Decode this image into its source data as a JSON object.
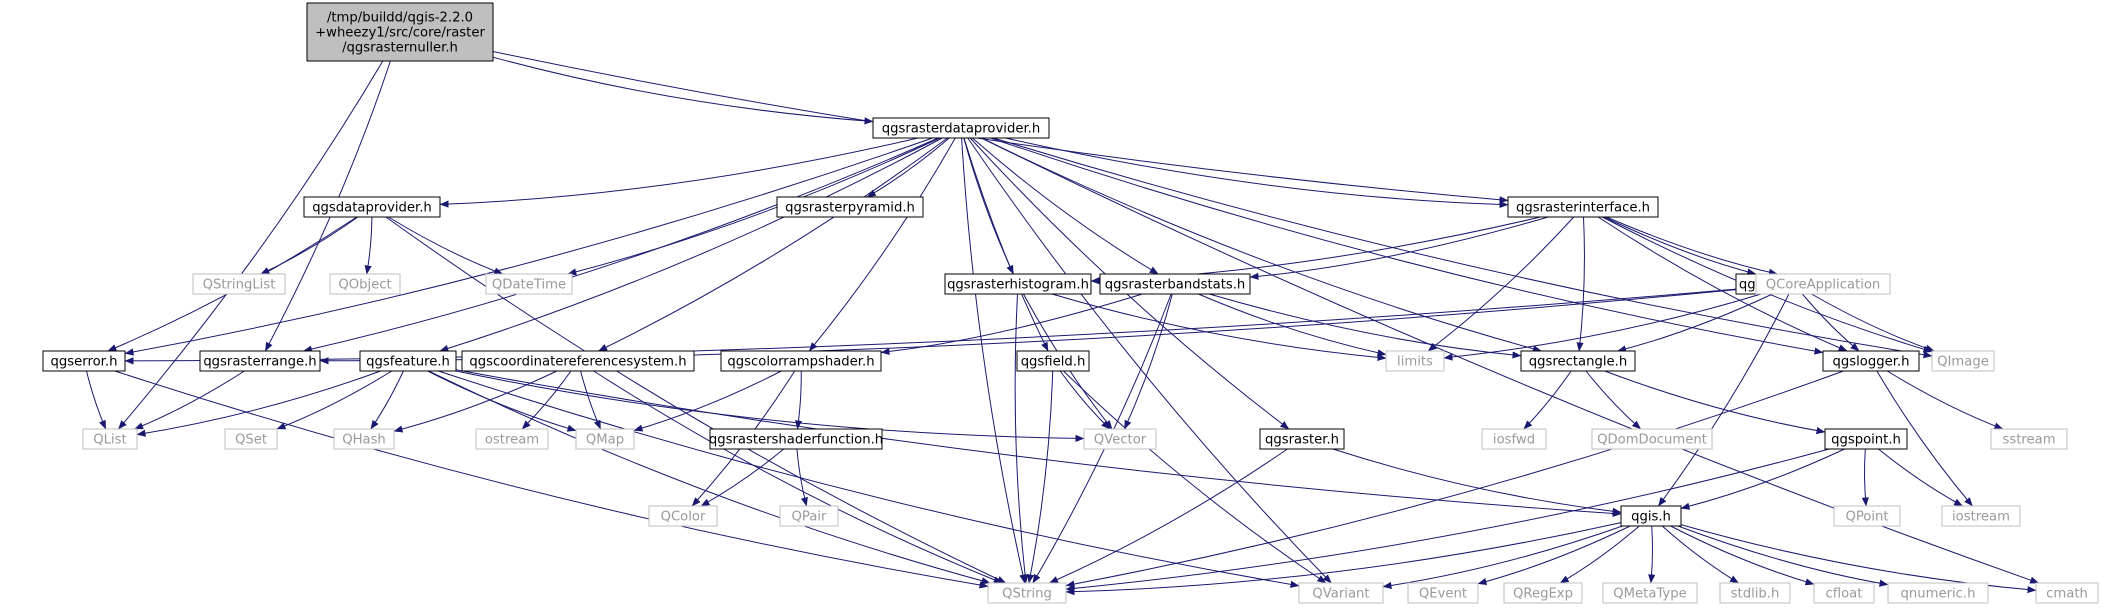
{
  "graph": {
    "root": "qgsrasternuller",
    "colors": {
      "root_fill": "#bfbfbf",
      "node_border": "#000000",
      "external_border": "#bfbfbf",
      "external_text": "#9a9a9a",
      "edge": "#191970"
    },
    "nodes": [
      {
        "id": "qgsrasternuller",
        "label": [
          "/tmp/buildd/qgis-2.2.0",
          "+wheezy1/src/core/raster",
          "/qgsrasternuller.h"
        ],
        "kind": "root"
      },
      {
        "id": "qgsrasterdataprovider",
        "label": [
          "qgsrasterdataprovider.h"
        ],
        "kind": "internal"
      },
      {
        "id": "qgsdataprovider",
        "label": [
          "qgsdataprovider.h"
        ],
        "kind": "internal"
      },
      {
        "id": "qgsrasterpyramid",
        "label": [
          "qgsrasterpyramid.h"
        ],
        "kind": "internal"
      },
      {
        "id": "qgsrasterinterface",
        "label": [
          "qgsrasterinterface.h"
        ],
        "kind": "internal"
      },
      {
        "id": "qgsrasterhistogram",
        "label": [
          "qgsrasterhistogram.h"
        ],
        "kind": "internal"
      },
      {
        "id": "qgsrasterbandstats",
        "label": [
          "qgsrasterbandstats.h"
        ],
        "kind": "internal"
      },
      {
        "id": "qgsrasterblock",
        "label": [
          "qgsrasterblock.h"
        ],
        "kind": "internal"
      },
      {
        "id": "qgserror",
        "label": [
          "qgserror.h"
        ],
        "kind": "internal"
      },
      {
        "id": "qgsrasterrange",
        "label": [
          "qgsrasterrange.h"
        ],
        "kind": "internal"
      },
      {
        "id": "qgsfeature",
        "label": [
          "qgsfeature.h"
        ],
        "kind": "internal"
      },
      {
        "id": "qgscoordinatereferencesystem",
        "label": [
          "qgscoordinatereferencesystem.h"
        ],
        "kind": "internal"
      },
      {
        "id": "qgscolorrampshader",
        "label": [
          "qgscolorrampshader.h"
        ],
        "kind": "internal"
      },
      {
        "id": "qgsfield",
        "label": [
          "qgsfield.h"
        ],
        "kind": "internal"
      },
      {
        "id": "qgsrectangle",
        "label": [
          "qgsrectangle.h"
        ],
        "kind": "internal"
      },
      {
        "id": "qgslogger",
        "label": [
          "qgslogger.h"
        ],
        "kind": "internal"
      },
      {
        "id": "qgsrastershaderfunction",
        "label": [
          "qgsrastershaderfunction.h"
        ],
        "kind": "internal"
      },
      {
        "id": "qgsraster",
        "label": [
          "qgsraster.h"
        ],
        "kind": "internal"
      },
      {
        "id": "qgspoint",
        "label": [
          "qgspoint.h"
        ],
        "kind": "internal"
      },
      {
        "id": "qgis",
        "label": [
          "qgis.h"
        ],
        "kind": "internal"
      },
      {
        "id": "QStringList",
        "label": [
          "QStringList"
        ],
        "kind": "external"
      },
      {
        "id": "QObject",
        "label": [
          "QObject"
        ],
        "kind": "external"
      },
      {
        "id": "QDateTime",
        "label": [
          "QDateTime"
        ],
        "kind": "external"
      },
      {
        "id": "QCoreApplication",
        "label": [
          "QCoreApplication"
        ],
        "kind": "external"
      },
      {
        "id": "limits",
        "label": [
          "limits"
        ],
        "kind": "external"
      },
      {
        "id": "QImage",
        "label": [
          "QImage"
        ],
        "kind": "external"
      },
      {
        "id": "QList",
        "label": [
          "QList"
        ],
        "kind": "external"
      },
      {
        "id": "QSet",
        "label": [
          "QSet"
        ],
        "kind": "external"
      },
      {
        "id": "QHash",
        "label": [
          "QHash"
        ],
        "kind": "external"
      },
      {
        "id": "ostream",
        "label": [
          "ostream"
        ],
        "kind": "external"
      },
      {
        "id": "QMap",
        "label": [
          "QMap"
        ],
        "kind": "external"
      },
      {
        "id": "QVector",
        "label": [
          "QVector"
        ],
        "kind": "external"
      },
      {
        "id": "iosfwd",
        "label": [
          "iosfwd"
        ],
        "kind": "external"
      },
      {
        "id": "QDomDocument",
        "label": [
          "QDomDocument"
        ],
        "kind": "external"
      },
      {
        "id": "sstream",
        "label": [
          "sstream"
        ],
        "kind": "external"
      },
      {
        "id": "QColor",
        "label": [
          "QColor"
        ],
        "kind": "external"
      },
      {
        "id": "QPair",
        "label": [
          "QPair"
        ],
        "kind": "external"
      },
      {
        "id": "QPoint",
        "label": [
          "QPoint"
        ],
        "kind": "external"
      },
      {
        "id": "iostream",
        "label": [
          "iostream"
        ],
        "kind": "external"
      },
      {
        "id": "QString",
        "label": [
          "QString"
        ],
        "kind": "external"
      },
      {
        "id": "QVariant",
        "label": [
          "QVariant"
        ],
        "kind": "external"
      },
      {
        "id": "QEvent",
        "label": [
          "QEvent"
        ],
        "kind": "external"
      },
      {
        "id": "QRegExp",
        "label": [
          "QRegExp"
        ],
        "kind": "external"
      },
      {
        "id": "QMetaType",
        "label": [
          "QMetaType"
        ],
        "kind": "external"
      },
      {
        "id": "stdlib",
        "label": [
          "stdlib.h"
        ],
        "kind": "external"
      },
      {
        "id": "cfloat",
        "label": [
          "cfloat"
        ],
        "kind": "external"
      },
      {
        "id": "qnumeric",
        "label": [
          "qnumeric.h"
        ],
        "kind": "external"
      },
      {
        "id": "cmath",
        "label": [
          "cmath"
        ],
        "kind": "external"
      }
    ],
    "edges": [
      [
        "qgsrasternuller",
        "QList"
      ],
      [
        "qgsrasternuller",
        "qgsrasterrange"
      ],
      [
        "qgsrasternuller",
        "qgsrasterdataprovider"
      ],
      [
        "qgsrasternuller",
        "qgsrasterinterface"
      ],
      [
        "qgsrasterdataprovider",
        "qgsdataprovider"
      ],
      [
        "qgsrasterdataprovider",
        "qgsrasterpyramid"
      ],
      [
        "qgsrasterdataprovider",
        "qgsrasterinterface"
      ],
      [
        "qgsrasterdataprovider",
        "qgsrasterhistogram"
      ],
      [
        "qgsrasterdataprovider",
        "qgsrasterbandstats"
      ],
      [
        "qgsrasterdataprovider",
        "qgserror"
      ],
      [
        "qgsrasterdataprovider",
        "qgsrasterrange"
      ],
      [
        "qgsrasterdataprovider",
        "qgsfeature"
      ],
      [
        "qgsrasterdataprovider",
        "qgscoordinatereferencesystem"
      ],
      [
        "qgsrasterdataprovider",
        "qgscolorrampshader"
      ],
      [
        "qgsrasterdataprovider",
        "qgsfield"
      ],
      [
        "qgsrasterdataprovider",
        "qgsrectangle"
      ],
      [
        "qgsrasterdataprovider",
        "qgslogger"
      ],
      [
        "qgsrasterdataprovider",
        "qgsraster"
      ],
      [
        "qgsrasterdataprovider",
        "QDateTime"
      ],
      [
        "qgsrasterdataprovider",
        "QImage"
      ],
      [
        "qgsrasterdataprovider",
        "QVariant"
      ],
      [
        "qgsrasterdataprovider",
        "QString"
      ],
      [
        "qgsrasterdataprovider",
        "cmath"
      ],
      [
        "qgsdataprovider",
        "QStringList"
      ],
      [
        "qgsdataprovider",
        "QObject"
      ],
      [
        "qgsdataprovider",
        "QDateTime"
      ],
      [
        "qgsdataprovider",
        "qgserror"
      ],
      [
        "qgsdataprovider",
        "QString"
      ],
      [
        "qgsrasterinterface",
        "qgsrasterhistogram"
      ],
      [
        "qgsrasterinterface",
        "qgsrasterbandstats"
      ],
      [
        "qgsrasterinterface",
        "qgsrasterblock"
      ],
      [
        "qgsrasterinterface",
        "limits"
      ],
      [
        "qgsrasterinterface",
        "qgsrectangle"
      ],
      [
        "qgsrasterinterface",
        "qgslogger"
      ],
      [
        "qgsrasterinterface",
        "QCoreApplication"
      ],
      [
        "qgsrasterinterface",
        "QImage"
      ],
      [
        "qgsrasterhistogram",
        "limits"
      ],
      [
        "qgsrasterhistogram",
        "QVector"
      ],
      [
        "qgsrasterhistogram",
        "QString"
      ],
      [
        "qgsrasterbandstats",
        "limits"
      ],
      [
        "qgsrasterbandstats",
        "qgsrectangle"
      ],
      [
        "qgsrasterbandstats",
        "QVector"
      ],
      [
        "qgsrasterbandstats",
        "QString"
      ],
      [
        "qgsrasterbandstats",
        "qgscolorrampshader"
      ],
      [
        "qgsrasterblock",
        "qgserror"
      ],
      [
        "qgsrasterblock",
        "qgsrasterrange"
      ],
      [
        "qgsrasterblock",
        "limits"
      ],
      [
        "qgsrasterblock",
        "qgsrectangle"
      ],
      [
        "qgsrasterblock",
        "qgslogger"
      ],
      [
        "qgsrasterblock",
        "QImage"
      ],
      [
        "qgsrasterblock",
        "qgis"
      ],
      [
        "qgserror",
        "QList"
      ],
      [
        "qgserror",
        "QString"
      ],
      [
        "qgsrasterrange",
        "QList"
      ],
      [
        "qgsfeature",
        "QList"
      ],
      [
        "qgsfeature",
        "QSet"
      ],
      [
        "qgsfeature",
        "QHash"
      ],
      [
        "qgsfeature",
        "QMap"
      ],
      [
        "qgsfeature",
        "QVector"
      ],
      [
        "qgsfeature",
        "QString"
      ],
      [
        "qgsfeature",
        "QVariant"
      ],
      [
        "qgsfeature",
        "qgis"
      ],
      [
        "qgscoordinatereferencesystem",
        "QHash"
      ],
      [
        "qgscoordinatereferencesystem",
        "ostream"
      ],
      [
        "qgscoordinatereferencesystem",
        "QMap"
      ],
      [
        "qgscoordinatereferencesystem",
        "QString"
      ],
      [
        "qgscolorrampshader",
        "QMap"
      ],
      [
        "qgscolorrampshader",
        "QColor"
      ],
      [
        "qgscolorrampshader",
        "qgsrastershaderfunction"
      ],
      [
        "qgsrastershaderfunction",
        "QColor"
      ],
      [
        "qgsrastershaderfunction",
        "QPair"
      ],
      [
        "qgsfield",
        "QVector"
      ],
      [
        "qgsfield",
        "QString"
      ],
      [
        "qgsfield",
        "QVariant"
      ],
      [
        "qgsrectangle",
        "iosfwd"
      ],
      [
        "qgsrectangle",
        "QDomDocument"
      ],
      [
        "qgsrectangle",
        "qgspoint"
      ],
      [
        "qgslogger",
        "iostream"
      ],
      [
        "qgslogger",
        "sstream"
      ],
      [
        "qgslogger",
        "QString"
      ],
      [
        "qgsraster",
        "qgis"
      ],
      [
        "qgsraster",
        "QString"
      ],
      [
        "qgspoint",
        "QPoint"
      ],
      [
        "qgspoint",
        "iostream"
      ],
      [
        "qgspoint",
        "qgis"
      ],
      [
        "qgspoint",
        "QString"
      ],
      [
        "qgis",
        "QString"
      ],
      [
        "qgis",
        "QVariant"
      ],
      [
        "qgis",
        "QEvent"
      ],
      [
        "qgis",
        "QRegExp"
      ],
      [
        "qgis",
        "QMetaType"
      ],
      [
        "qgis",
        "stdlib"
      ],
      [
        "qgis",
        "cfloat"
      ],
      [
        "qgis",
        "qnumeric"
      ],
      [
        "qgis",
        "cmath"
      ]
    ]
  }
}
